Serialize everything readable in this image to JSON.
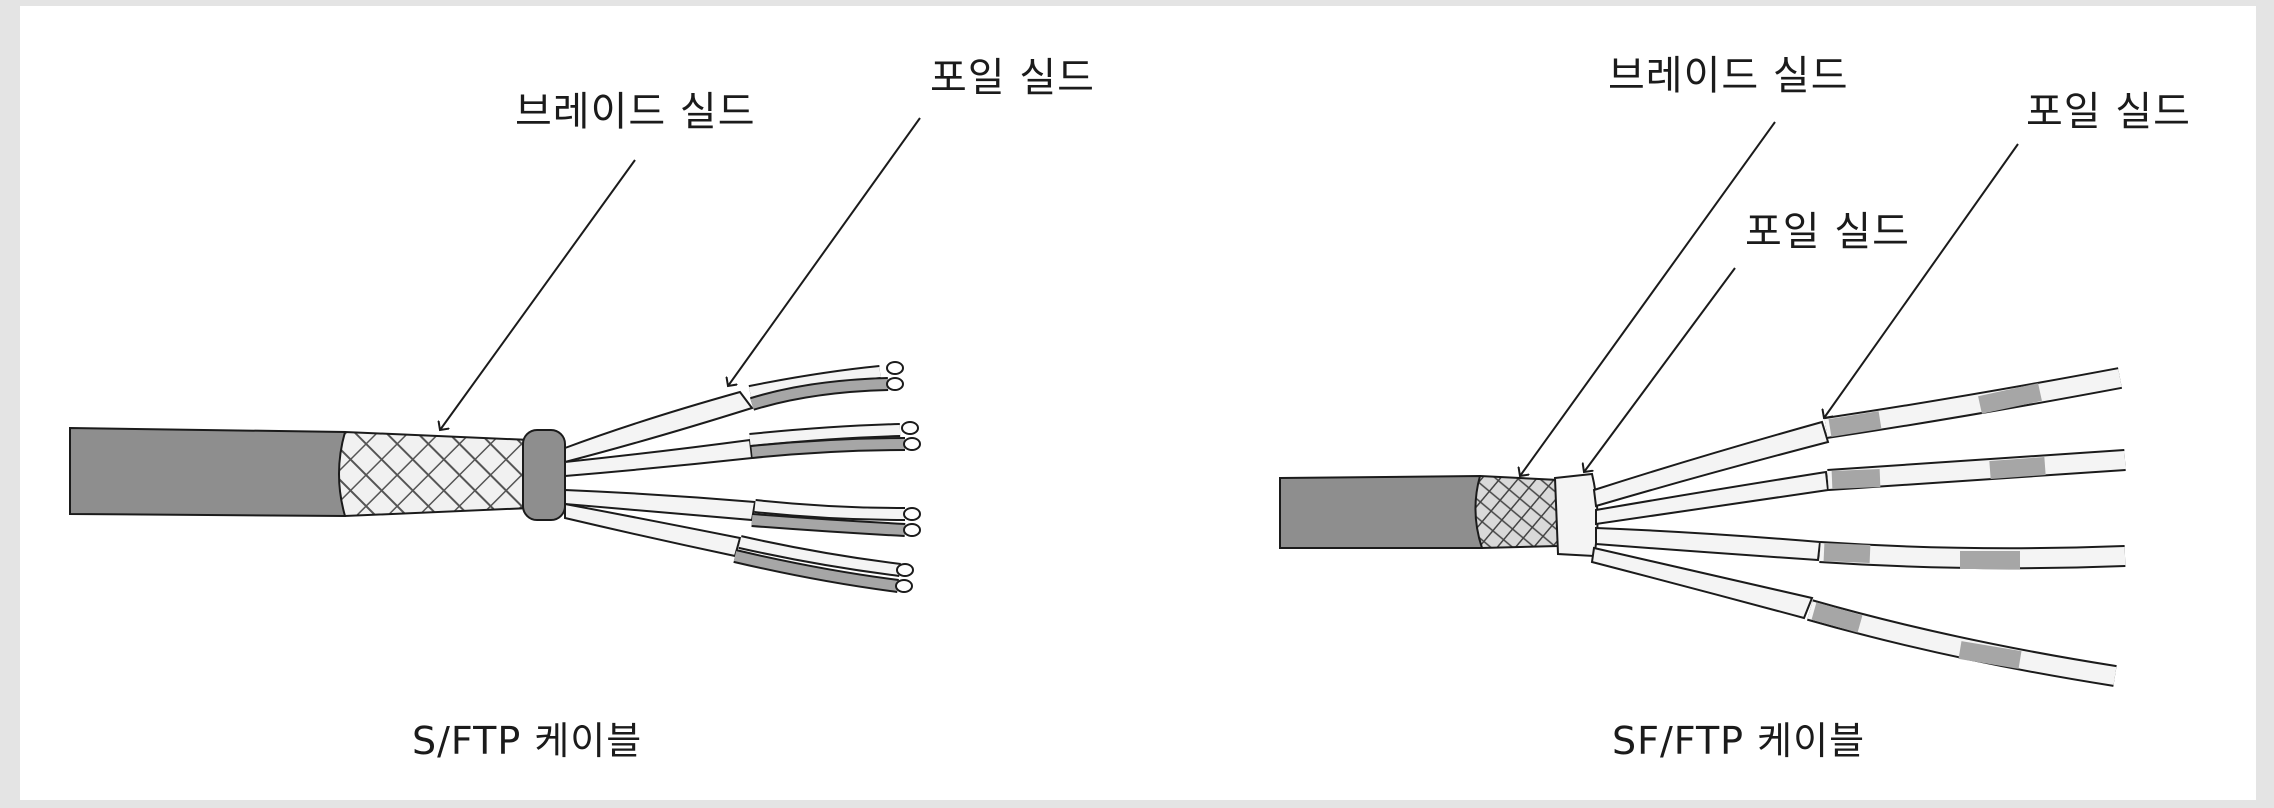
{
  "diagrams": [
    {
      "caption": "S/FTP 케이블",
      "labels": {
        "braid": "브레이드 실드",
        "foil": "포일 실드"
      }
    },
    {
      "caption": "SF/FTP 케이블",
      "labels": {
        "braid": "브레이드 실드",
        "foil_inner": "포일 실드",
        "foil_pair": "포일 실드"
      }
    }
  ],
  "colors": {
    "background": "#ffffff",
    "jacket": "#8e8e8e",
    "wire": "#f2f2f2",
    "ink": "#1b1b1b"
  }
}
